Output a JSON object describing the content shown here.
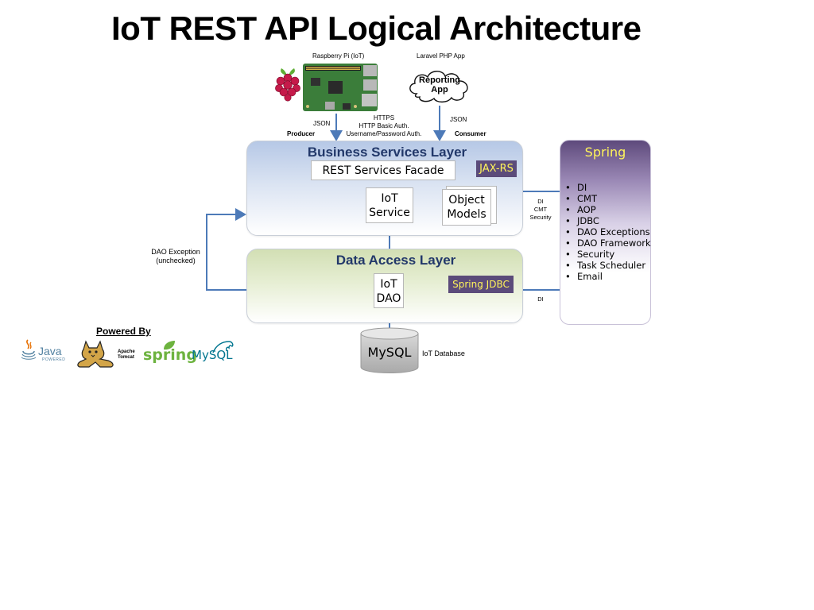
{
  "title": "IoT REST API Logical Architecture",
  "top": {
    "raspberry_label": "Raspberry Pi (IoT)",
    "laravel_label": "Laravel PHP App",
    "reporting_app": [
      "Reporting",
      "App"
    ],
    "producer_json": "JSON",
    "producer": "Producer",
    "protocol_lines": [
      "HTTPS",
      "HTTP Basic Auth.",
      "Username/Password Auth."
    ],
    "consumer_json": "JSON",
    "consumer": "Consumer"
  },
  "business_layer": {
    "title": "Business Services Layer",
    "facade": "REST Services Facade",
    "jaxrs": "JAX-RS",
    "iot_service": [
      "IoT",
      "Service"
    ],
    "object_models": [
      "Object",
      "Models"
    ]
  },
  "data_layer": {
    "title": "Data Access Layer",
    "iot_dao": [
      "IoT",
      "DAO"
    ],
    "spring_jdbc": "Spring JDBC"
  },
  "dao_exception": [
    "DAO Exception",
    "(unchecked)"
  ],
  "spring": {
    "title": "Spring",
    "items": [
      "DI",
      "CMT",
      "AOP",
      "JDBC",
      "DAO Exceptions",
      "DAO Framework",
      "Security",
      "Task Scheduler",
      "Email"
    ],
    "bsl_connector": [
      "DI",
      "CMT",
      "Security"
    ],
    "dal_connector": "DI"
  },
  "database": {
    "label": "MySQL",
    "caption": "IoT Database"
  },
  "powered_by": {
    "heading": "Powered By",
    "java": "Java",
    "java_sub": "POWERED",
    "tomcat": [
      "Apache",
      "Tomcat"
    ],
    "spring": "spring",
    "mysql": "MySQL"
  },
  "colors": {
    "accent_line": "#4d7ab8",
    "tag_bg": "#5b4b7a",
    "tag_text": "#fff45a",
    "layer_title": "#22386a"
  }
}
